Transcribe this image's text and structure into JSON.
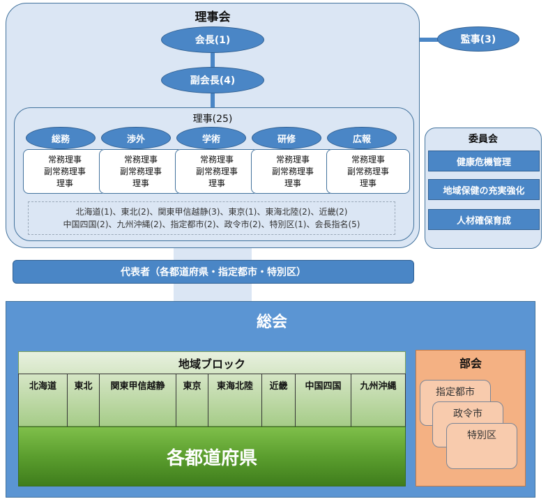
{
  "board": {
    "title": "理事会",
    "president": "会長(1)",
    "vice_president": "副会長(4)",
    "auditor": "監事(3)"
  },
  "directors": {
    "title": "理事(25)",
    "departments": [
      {
        "name": "総務",
        "roles": [
          "常務理事",
          "副常務理事",
          "理事"
        ]
      },
      {
        "name": "渉外",
        "roles": [
          "常務理事",
          "副常務理事",
          "理事"
        ]
      },
      {
        "name": "学術",
        "roles": [
          "常務理事",
          "副常務理事",
          "理事"
        ]
      },
      {
        "name": "研修",
        "roles": [
          "常務理事",
          "副常務理事",
          "理事"
        ]
      },
      {
        "name": "広報",
        "roles": [
          "常務理事",
          "副常務理事",
          "理事"
        ]
      }
    ],
    "regions_line1": "北海道(1)、東北(2)、関東甲信越静(3)、東京(1)、東海北陸(2)、近畿(2)",
    "regions_line2": "中国四国(2)、九州沖縄(2)、指定都市(2)、政令市(2)、特別区(1)、会長指名(5)"
  },
  "committee": {
    "title": "委員会",
    "items": [
      "健康危機管理",
      "地域保健の充実強化",
      "人材確保育成"
    ]
  },
  "representatives": "代表者（各都道府県・指定都市・特別区）",
  "assembly": {
    "title": "総会",
    "block_title": "地域ブロック",
    "regions": [
      "北海道",
      "東北",
      "関東甲信越静",
      "東京",
      "東海北陸",
      "近畿",
      "中国四国",
      "九州沖縄"
    ],
    "prefectures": "各都道府県",
    "sections_title": "部会",
    "sections": [
      "指定都市",
      "政令市",
      "特別区"
    ]
  },
  "colors": {
    "accent": "#4a86c6",
    "board_bg": "#dbe6f4",
    "assembly_bg": "#5b95d3",
    "block_green": "#5b9e2e",
    "section_orange": "#f4b183"
  }
}
